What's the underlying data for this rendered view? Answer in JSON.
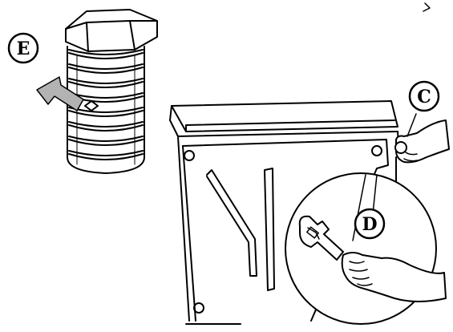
{
  "labels": {
    "e": "E",
    "c": "C",
    "d": "D"
  },
  "colors": {
    "line": "#000000",
    "paper": "#ffffff",
    "arrow": "#b3b3b3"
  },
  "icons": {
    "foot": "adjustable-foot-icon",
    "wrench": "adjustable-wrench-icon",
    "arrow": "pointer-arrow-icon",
    "hand": "hand-icon"
  }
}
